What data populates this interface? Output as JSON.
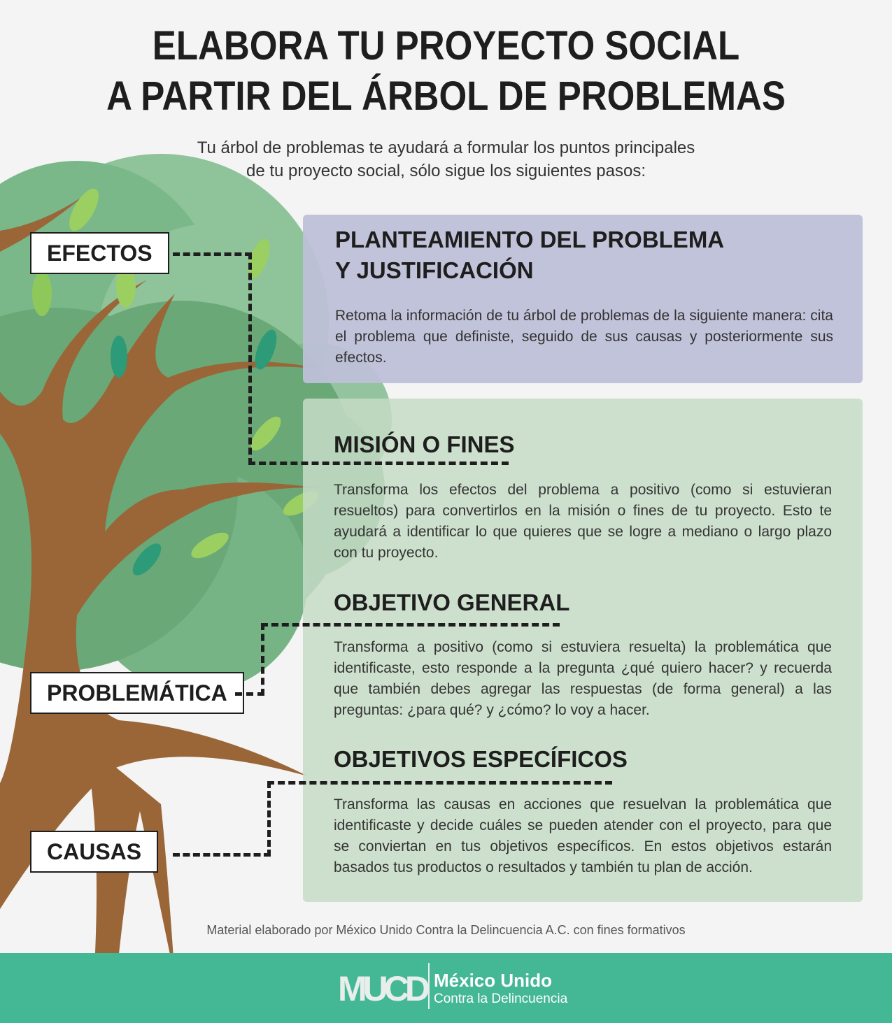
{
  "title": {
    "line1": "ELABORA TU PROYECTO SOCIAL",
    "line2": "A PARTIR DEL ÁRBOL DE PROBLEMAS"
  },
  "subtitle": {
    "line1": "Tu árbol de problemas te ayudará a formular los puntos principales",
    "line2": "de tu proyecto social, sólo sigue los siguientes pasos:"
  },
  "labels": {
    "efectos": "EFECTOS",
    "problematica": "PROBLEMÁTICA",
    "causas": "CAUSAS"
  },
  "sections": [
    {
      "title1": "PLANTEAMIENTO DEL PROBLEMA",
      "title2": "Y JUSTIFICACIÓN",
      "body": "Retoma la información de tu árbol de problemas de la siguiente manera: cita el problema que definiste, seguido de sus causas y posteriormente sus efectos."
    },
    {
      "title": "MISIÓN O FINES",
      "body": "Transforma los efectos del problema a positivo (como si estuvieran resueltos) para convertirlos en la misión o fines de tu proyecto. Esto te ayudará a identificar lo que quieres que se logre a mediano o largo plazo con tu proyecto."
    },
    {
      "title": "OBJETIVO GENERAL",
      "body": "Transforma a positivo (como si estuviera resuelta) la problemática que identificaste, esto responde a la pregunta ¿qué quiero hacer? y recuerda que también debes agregar las respuestas (de forma general) a las preguntas: ¿para qué? y ¿cómo? lo voy a hacer."
    },
    {
      "title": "OBJETIVOS ESPECÍFICOS",
      "body": "Transforma las causas en acciones que resuelvan la problemática que identificaste y decide cuáles se pueden atender con el proyecto, para que se conviertan en tus objetivos específicos. En estos objetivos estarán basados tus productos o resultados y también tu plan de acción."
    }
  ],
  "credit": "Material elaborado por México Unido Contra la Delincuencia A.C. con fines formativos",
  "footer": {
    "logo_mark": "MUCD",
    "org_line1": "México Unido",
    "org_line2": "Contra la Delincuencia"
  },
  "colors": {
    "footer": "#44b794",
    "purple_box": "#c0c2d8",
    "green_box": "#c6dcc6",
    "trunk": "#9a6638"
  }
}
